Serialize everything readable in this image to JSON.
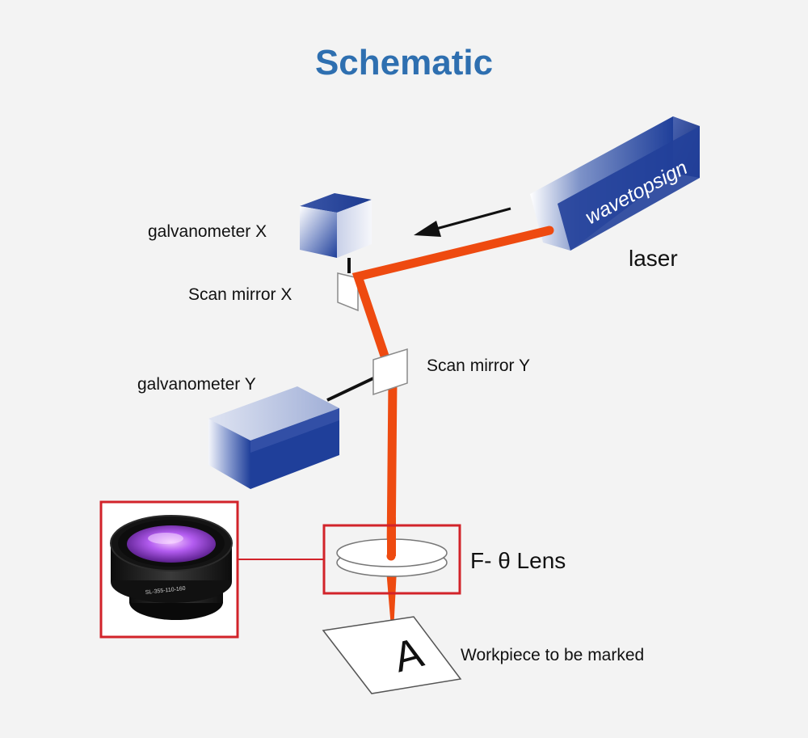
{
  "title": "Schematic",
  "labels": {
    "galvanometer_x": "galvanometer X",
    "scan_mirror_x": "Scan mirror X",
    "scan_mirror_y": "Scan mirror Y",
    "galvanometer_y": "galvanometer Y",
    "laser": "laser",
    "f_theta_lens": "F- θ Lens",
    "workpiece": "Workpiece to be marked"
  },
  "laser_brand": "wavetopsign",
  "workpiece_letter": "A",
  "lens_product_marking": "SL-355-110-160",
  "colors": {
    "title": "#2e6fb0",
    "beam": "#ee4a10",
    "highlight_box": "#d2232a",
    "device_blue": "#1f3f9a",
    "lens_purple": "#b35cf0"
  }
}
